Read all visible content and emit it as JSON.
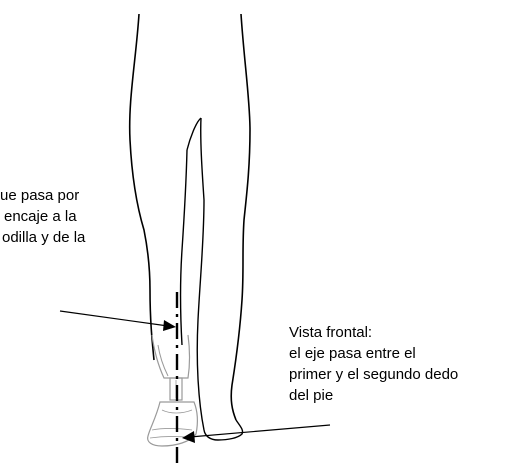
{
  "left_label": {
    "lines": [
      "ue pasa por",
      "encaje a la",
      "odilla y de la"
    ]
  },
  "right_label": {
    "lines": [
      "Vista frontal:",
      "el eje pasa entre el",
      "primer y el segundo dedo",
      "del pie"
    ]
  },
  "colors": {
    "stroke": "#000000",
    "prosthesis": "#9a9a9a",
    "background": "#ffffff"
  }
}
